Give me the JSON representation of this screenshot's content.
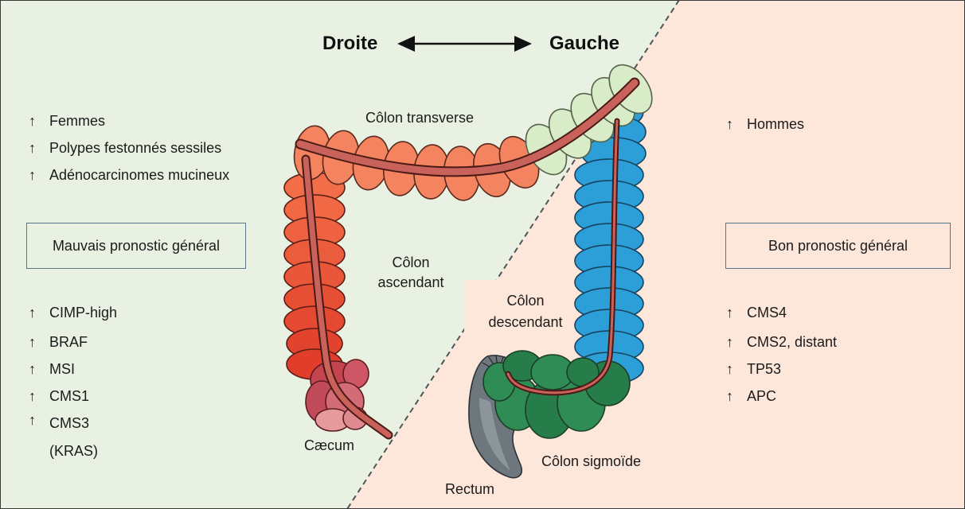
{
  "symbols": {
    "increase": "↑"
  },
  "header": {
    "droite_label": "Droite",
    "gauche_label": "Gauche"
  },
  "droite": {
    "traits": [
      "Femmes",
      "Polypes festonnés sessiles",
      "Adénocarcinomes mucineux"
    ],
    "prognosis": "Mauvais pronostic général",
    "markers": [
      "CIMP-high",
      "BRAF",
      "MSI",
      "CMS1",
      "CMS3"
    ],
    "marker_note": "(KRAS)"
  },
  "gauche": {
    "traits": [
      "Hommes"
    ],
    "prognosis": "Bon pronostic général",
    "markers": [
      "CMS4",
      "CMS2, distant",
      "TP53",
      "APC"
    ]
  },
  "anatomy": {
    "transverse": "Côlon transverse",
    "ascending": [
      "Côlon",
      "ascendant"
    ],
    "descending": [
      "Côlon",
      "descendant"
    ],
    "cecum": "Cæcum",
    "rectum": "Rectum",
    "sigmoid": "Côlon sigmoïde"
  },
  "colors": {
    "droite_bg": "#e9f1e2",
    "gauche_bg": "#fde6da",
    "transverse": "#f4845f",
    "transverse_distal": "#d9ecc8",
    "ascending_top": "#f26e48",
    "ascending_bottom": "#e03d2a",
    "descending": "#2c9fd9",
    "sigmoid": "#2f8c55",
    "sigmoid_dark": "#277d4a",
    "rectum": "#6d777d",
    "taenia": "#c9625b"
  }
}
